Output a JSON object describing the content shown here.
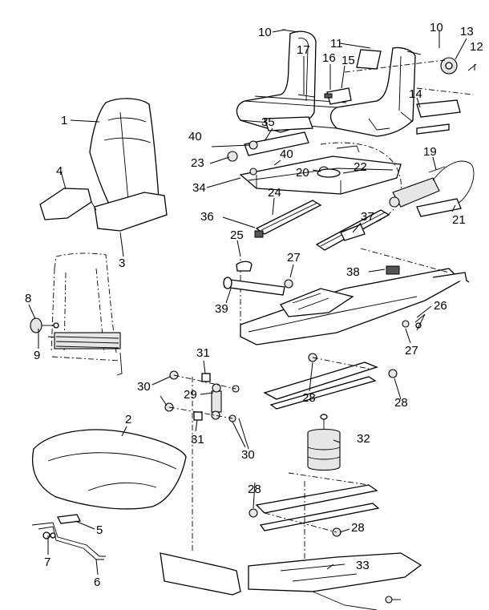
{
  "callouts": [
    {
      "id": "c1",
      "text": "1"
    },
    {
      "id": "c2",
      "text": "2"
    },
    {
      "id": "c3",
      "text": "3"
    },
    {
      "id": "c4",
      "text": "4"
    },
    {
      "id": "c5",
      "text": "5"
    },
    {
      "id": "c6",
      "text": "6"
    },
    {
      "id": "c7",
      "text": "7"
    },
    {
      "id": "c8",
      "text": "8"
    },
    {
      "id": "c9",
      "text": "9"
    },
    {
      "id": "c10a",
      "text": "10"
    },
    {
      "id": "c10b",
      "text": "10"
    },
    {
      "id": "c11",
      "text": "11"
    },
    {
      "id": "c12",
      "text": "12"
    },
    {
      "id": "c13",
      "text": "13"
    },
    {
      "id": "c14",
      "text": "14"
    },
    {
      "id": "c15",
      "text": "15"
    },
    {
      "id": "c16",
      "text": "16"
    },
    {
      "id": "c17",
      "text": "17"
    },
    {
      "id": "c19",
      "text": "19"
    },
    {
      "id": "c20",
      "text": "20"
    },
    {
      "id": "c21",
      "text": "21"
    },
    {
      "id": "c22",
      "text": "22"
    },
    {
      "id": "c23",
      "text": "23"
    },
    {
      "id": "c24",
      "text": "24"
    },
    {
      "id": "c25",
      "text": "25"
    },
    {
      "id": "c26",
      "text": "26"
    },
    {
      "id": "c27a",
      "text": "27"
    },
    {
      "id": "c27b",
      "text": "27"
    },
    {
      "id": "c28a",
      "text": "28"
    },
    {
      "id": "c28b",
      "text": "28"
    },
    {
      "id": "c28c",
      "text": "28"
    },
    {
      "id": "c28d",
      "text": "28"
    },
    {
      "id": "c29",
      "text": "29"
    },
    {
      "id": "c30a",
      "text": "30"
    },
    {
      "id": "c30b",
      "text": "30"
    },
    {
      "id": "c31a",
      "text": "31"
    },
    {
      "id": "c31b",
      "text": "31"
    },
    {
      "id": "c32",
      "text": "32"
    },
    {
      "id": "c33",
      "text": "33"
    },
    {
      "id": "c34",
      "text": "34"
    },
    {
      "id": "c35",
      "text": "35"
    },
    {
      "id": "c36",
      "text": "36"
    },
    {
      "id": "c37",
      "text": "37"
    },
    {
      "id": "c38",
      "text": "38"
    },
    {
      "id": "c39",
      "text": "39"
    },
    {
      "id": "c40a",
      "text": "40"
    },
    {
      "id": "c40b",
      "text": "40"
    }
  ]
}
